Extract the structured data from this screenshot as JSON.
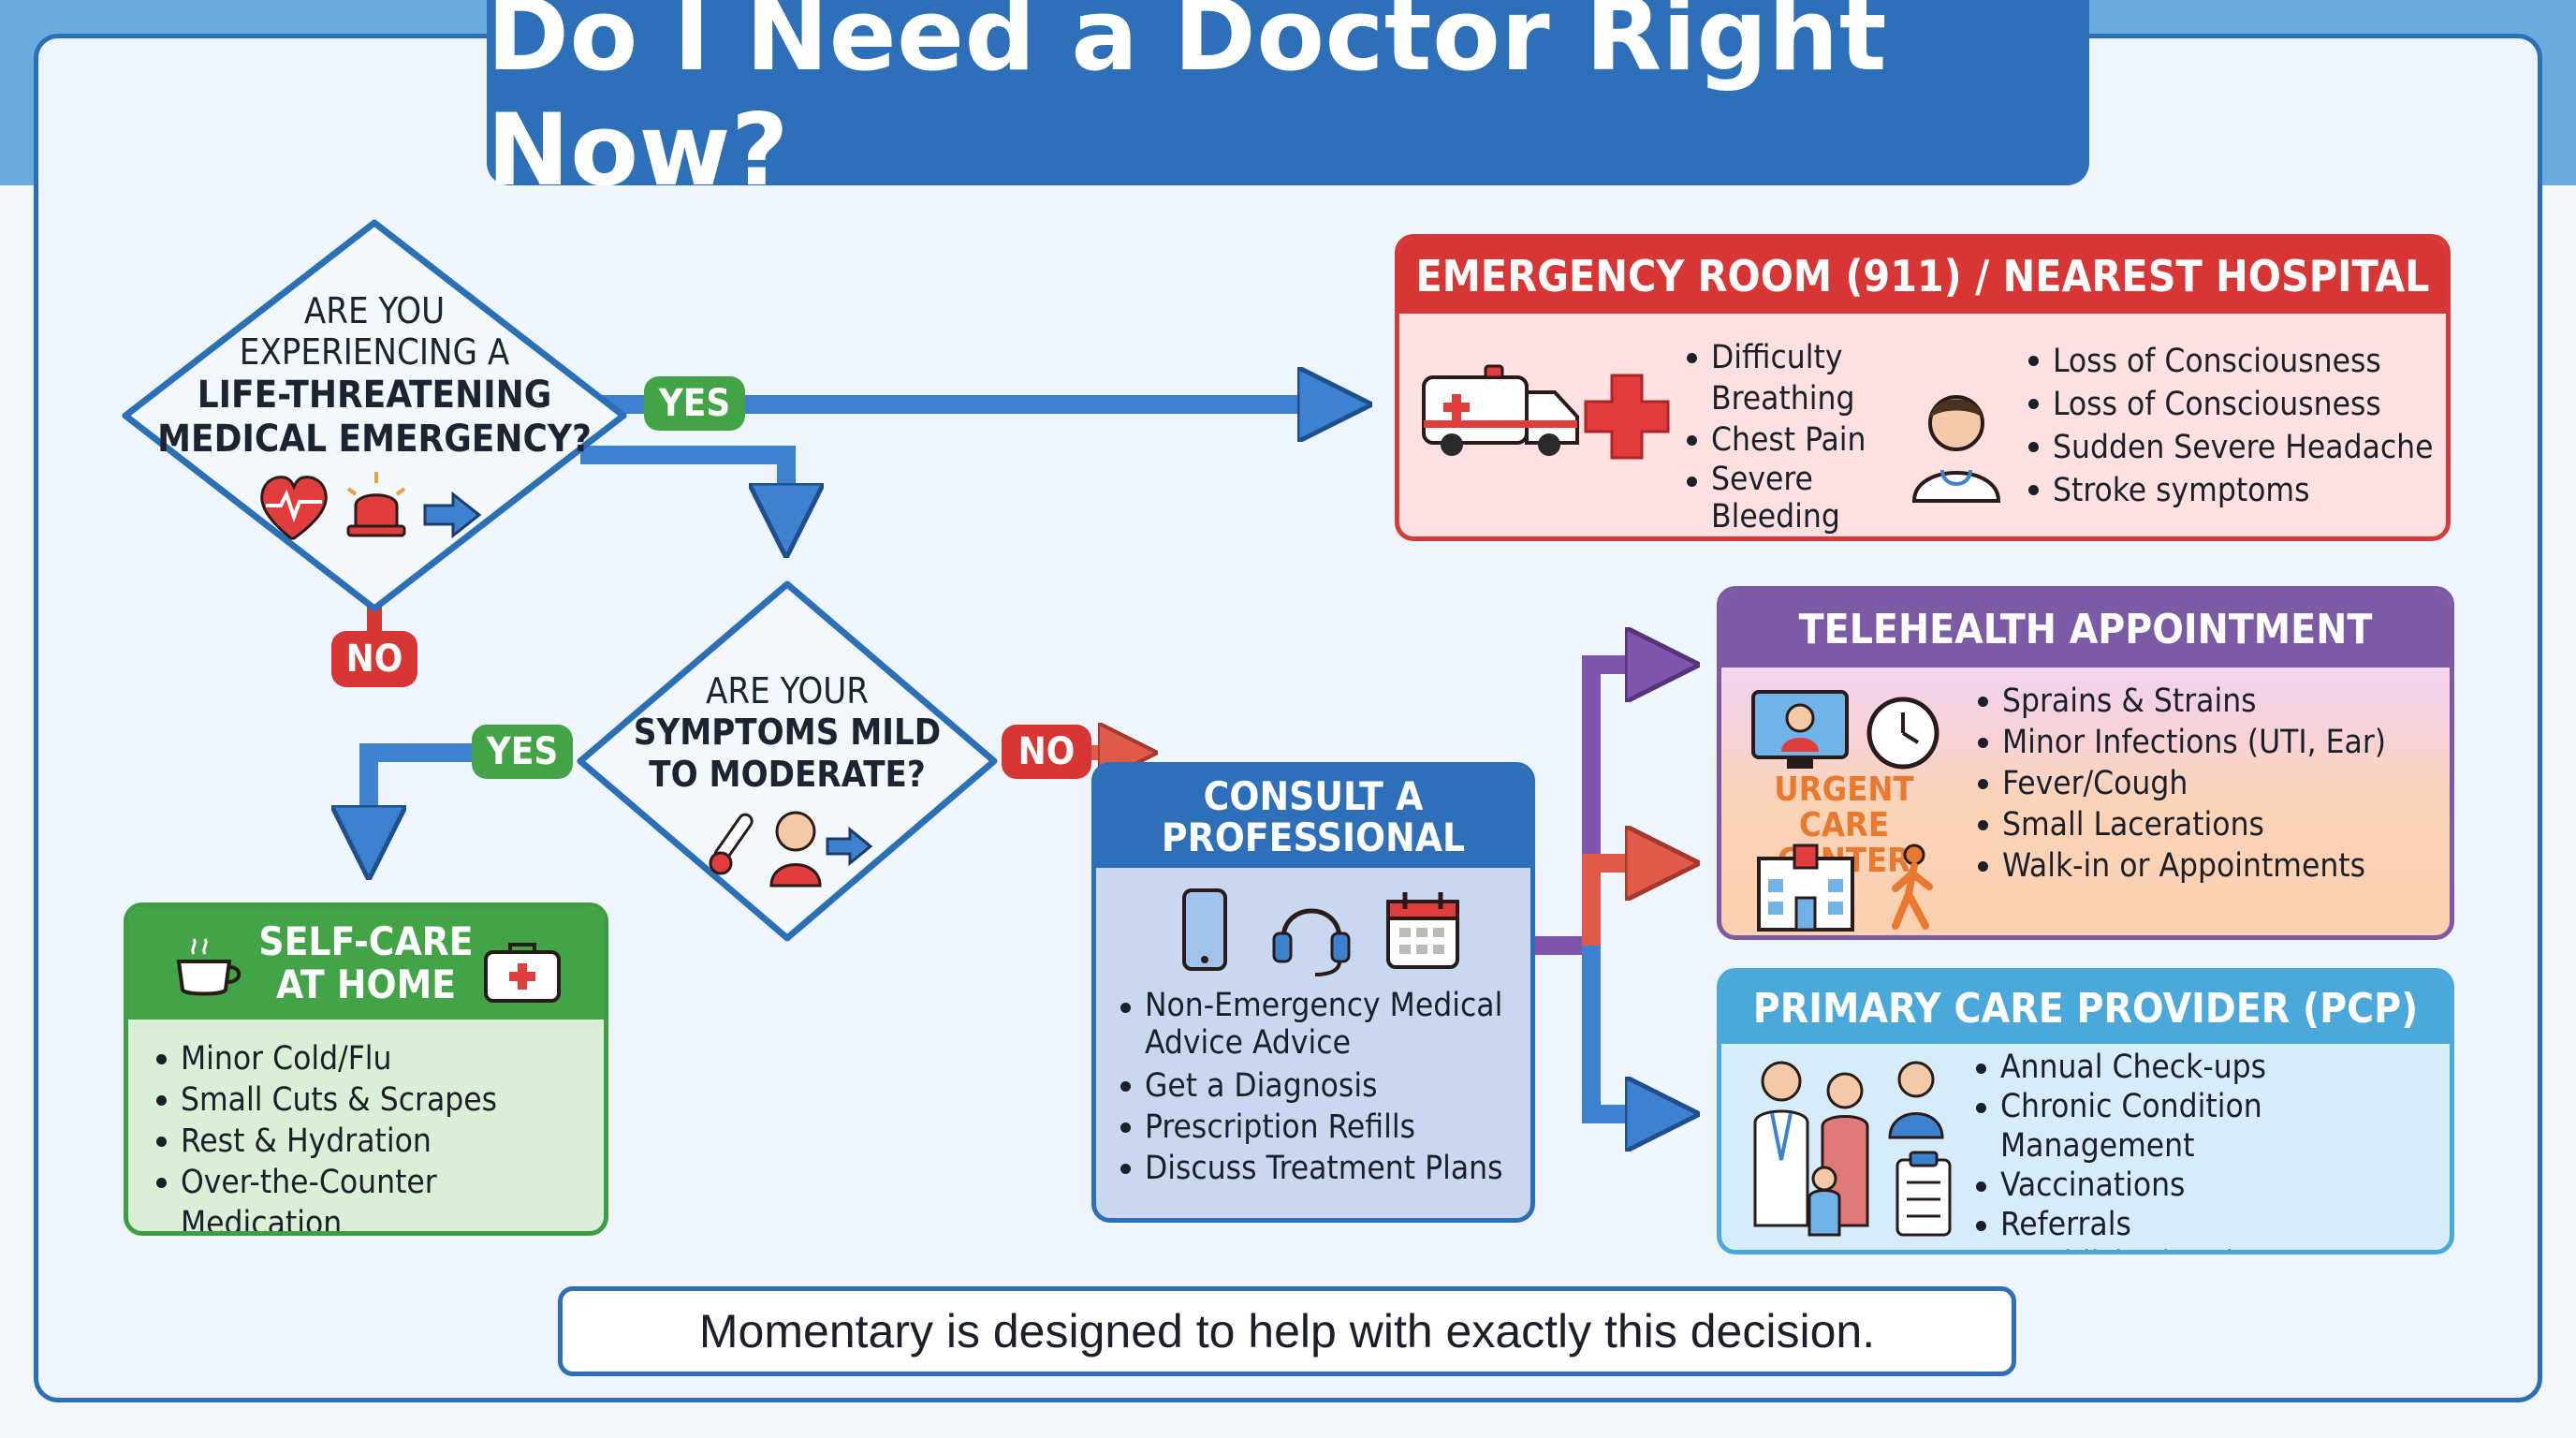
{
  "title": "Do I Need a Doctor Right Now?",
  "decision1": {
    "lines": [
      "ARE YOU",
      "EXPERIENCING A",
      "LIFE-THREATENING",
      "MEDICAL EMERGENCY?"
    ],
    "yes": "YES",
    "no": "NO"
  },
  "decision2": {
    "lines": [
      "ARE YOUR",
      "SYMPTOMS MILD",
      "TO MODERATE?"
    ],
    "yes": "YES",
    "no": "NO"
  },
  "emergency": {
    "title": "EMERGENCY ROOM (911) / NEAREST HOSPITAL",
    "col1": [
      "Difficulty Breathing",
      "Chest Pain",
      "Severe Bleeding"
    ],
    "col2": [
      "Loss of Consciousness",
      "Loss of Consciousness",
      "Sudden Severe Headache",
      "Stroke symptoms"
    ]
  },
  "selfcare": {
    "title_line1": "SELF-CARE",
    "title_line2": "AT HOME",
    "items": [
      "Minor Cold/Flu",
      "Small Cuts & Scrapes",
      "Rest & Hydration",
      "Over-the-Counter Medication"
    ]
  },
  "consult": {
    "title_line1": "CONSULT A",
    "title_line2": "PROFESSIONAL",
    "items": [
      "Non-Emergency Medical Advice Advice",
      "Get a Diagnosis",
      "Prescription Refills",
      "Discuss Treatment Plans"
    ]
  },
  "telehealth": {
    "title": "TELEHEALTH APPOINTMENT",
    "urgent_line1": "URGENT CARE",
    "urgent_line2": "CENTER",
    "items": [
      "Sprains & Strains",
      "Minor Infections (UTI, Ear)",
      "Fever/Cough",
      "Small Lacerations",
      "Walk-in or Appointments"
    ]
  },
  "pcp": {
    "title": "PRIMARY CARE PROVIDER (PCP)",
    "items": [
      "Annual Check-ups",
      "Chronic Condition Management",
      "Vaccinations",
      "Referrals",
      "Established Patient Relationship"
    ]
  },
  "footer": "Momentary is designed to help with exactly this decision.",
  "colors": {
    "blue": "#2d6fb8",
    "red": "#d83535",
    "green": "#43a447",
    "purple": "#7b5aa6",
    "orange": "#f08a4b",
    "lightblue": "#4aa8da"
  }
}
